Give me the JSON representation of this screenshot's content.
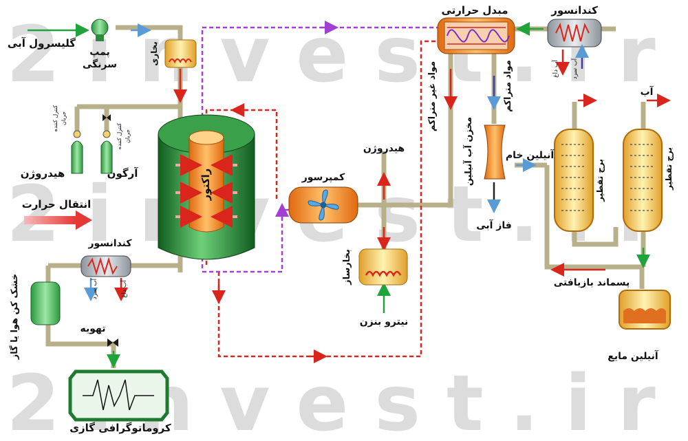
{
  "watermark": "2invest.ir",
  "labels": {
    "glycerol": "گلیسرول آبی",
    "pump": "پمپ",
    "pump_type": "سرنگی",
    "vaporizer_top": "بخاری",
    "flow_ctrl_1": "کنترل کننده",
    "flow_ctrl_1b": "جریان",
    "flow_ctrl_2": "کنترل کننده",
    "flow_ctrl_2b": "جریان",
    "hydrogen_cyl": "هیدروژن",
    "argon_cyl": "آرگون",
    "heat_transfer": "انتقال حرارت",
    "condenser_left": "کندانسور",
    "hot_water": "آب داغ",
    "cold_water": "آب سرد",
    "dryer": "خشک کن هوا یا گاز",
    "vent": "تهویه",
    "gc": "کروماتوگرافی گازی",
    "reactor": "راکتور",
    "compressor": "کمپرسور",
    "hydrogen_in": "هیدروژن",
    "vaporizer_mid": "بخارساز",
    "nitrobenzene": "نیترو بنزن",
    "heat_exchanger": "مبدل حرارتی",
    "non_condensable": "مواد غیر متراکم",
    "condensable": "مواد متراکم",
    "aniline_water_tank": "مخزن آب آنیلین",
    "aqueous_phase": "فاز آبی",
    "condenser_right": "کندانسور",
    "hot_water_r": "آب داغ",
    "cold_water_r": "آب سرد",
    "raw_aniline": "آنیلین خام",
    "water_out": "آب",
    "distill_1": "برج تقطیر",
    "distill_2": "برج تقطیر",
    "recycle_waste": "پسماند بازیافتی",
    "liquid_aniline": "آنیلین مایع"
  },
  "colors": {
    "pipe": "#b8b08a",
    "pipe_light": "#b9c3cc",
    "red_flow": "#d9251c",
    "purple_flow": "#a43fd6",
    "green_flow": "#1fa33a",
    "blue_flow": "#5b9bd5",
    "reactor_green": "#2f8a3c",
    "reactor_core": "#f08a1e"
  }
}
